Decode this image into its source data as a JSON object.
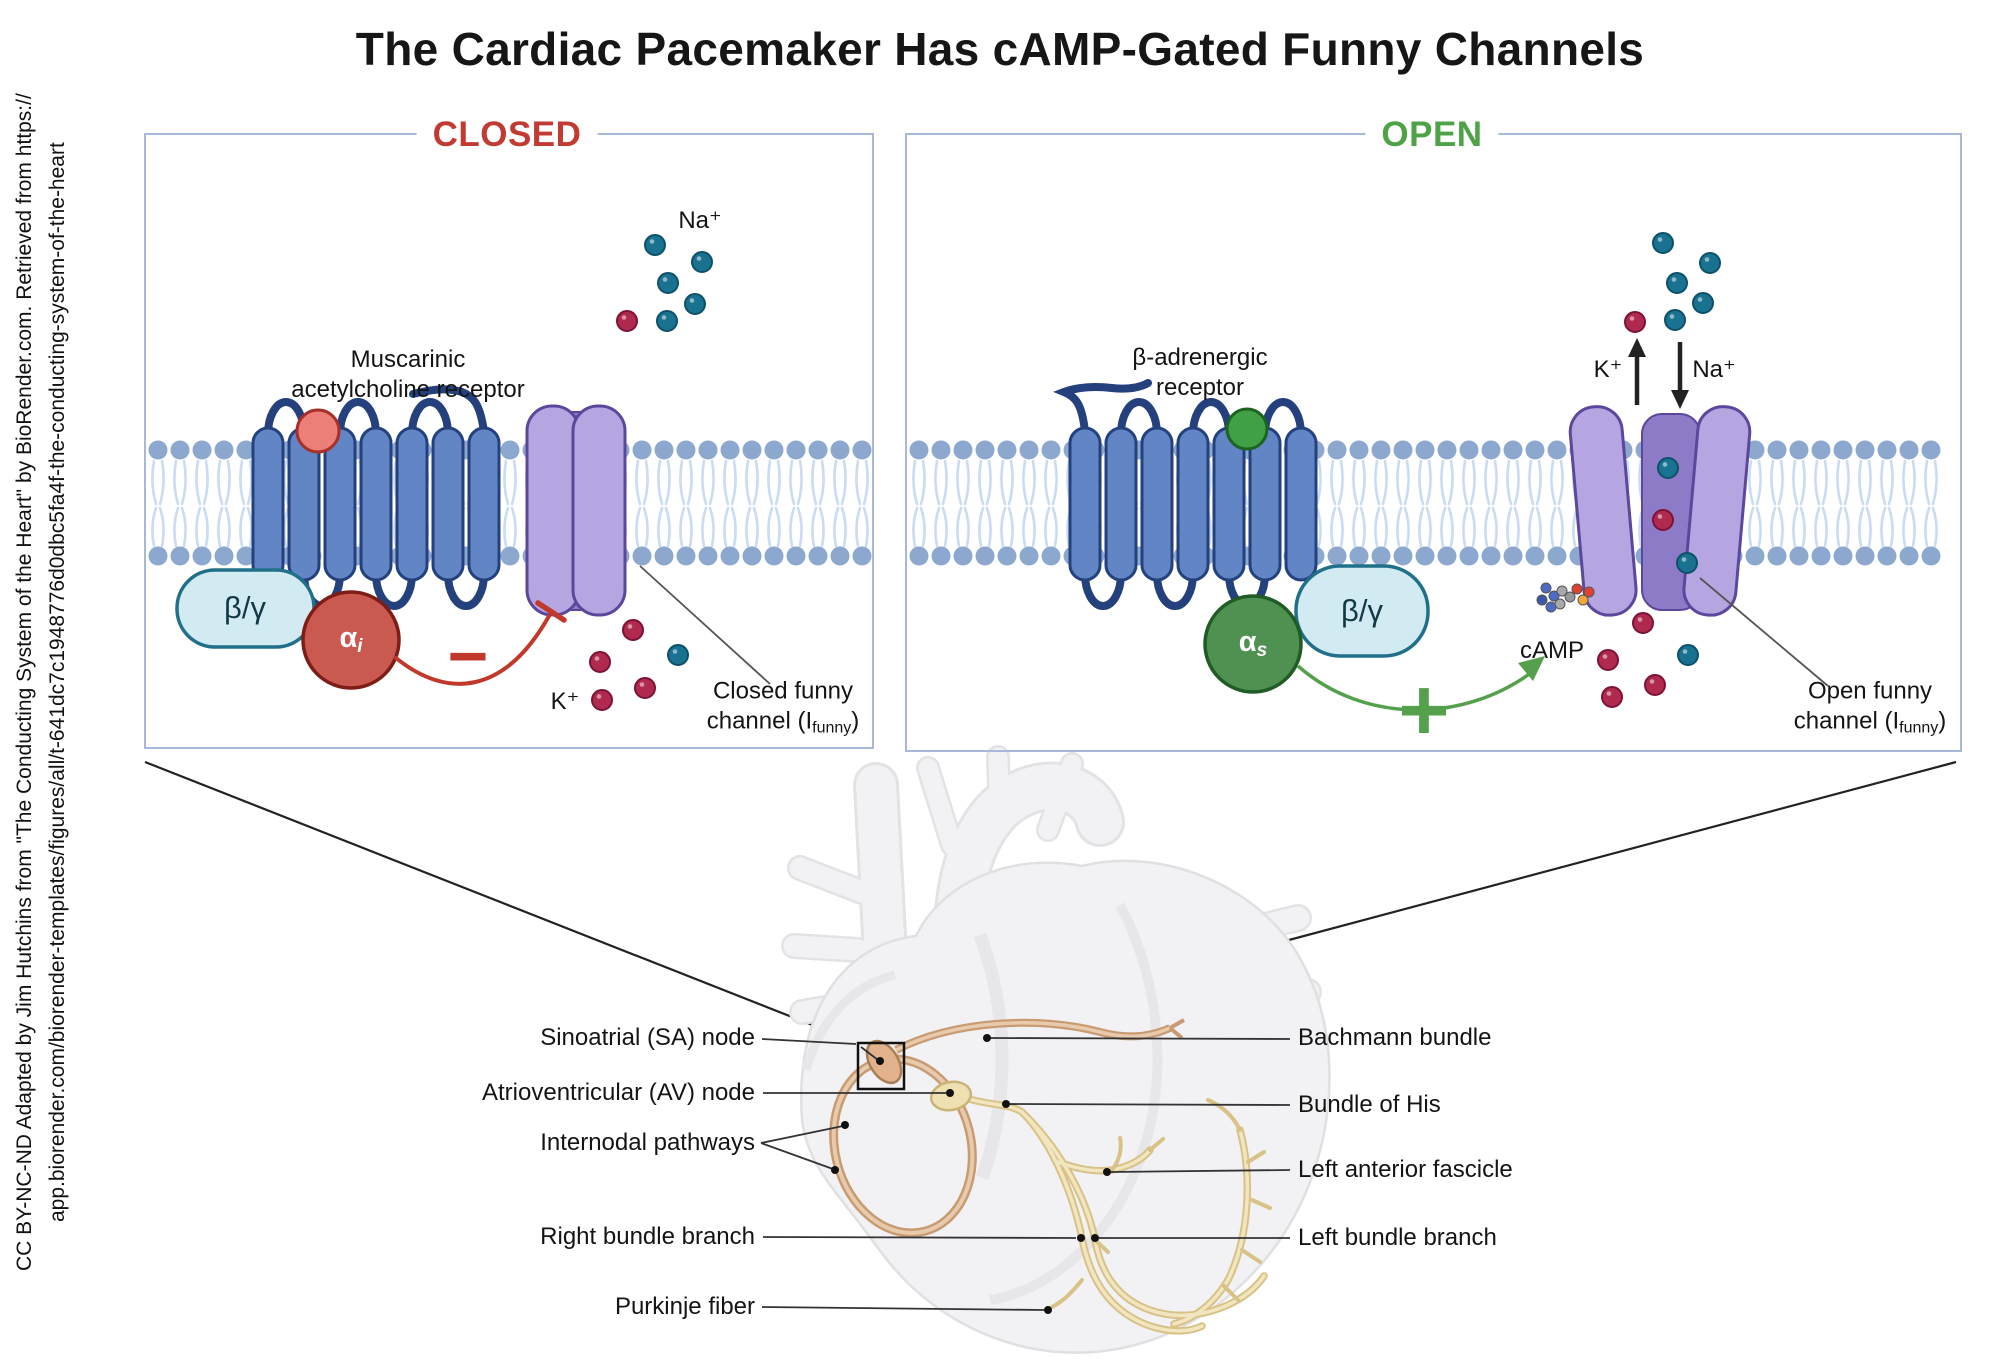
{
  "title": "The Cardiac Pacemaker Has cAMP-Gated Funny Channels",
  "attribution": {
    "line1": "CC BY-NC-ND Adapted by Jim Hutchins from \"The Conducting System of the Heart\" by BioRender.com. Retrieved from https://",
    "line2": "app.biorender.com/biorender-templates/figures/all/t-641dc7c1948776d0dbc5fa4f-the-conducting-system-of-the-heart"
  },
  "closed_panel": {
    "state": "CLOSED",
    "receptor_line1": "Muscarinic",
    "receptor_line2": "acetylcholine receptor",
    "na_ion": "Na⁺",
    "k_ion": "K⁺",
    "beta_gamma": "β/γ",
    "alpha": "α",
    "alpha_sub": "i",
    "inhibition_sign": "−",
    "channel_line1": "Closed funny",
    "channel_line2_pre": "channel (I",
    "channel_sub": "funny",
    "channel_line2_post": ")"
  },
  "open_panel": {
    "state": "OPEN",
    "receptor_line1": "β-adrenergic",
    "receptor_line2": "receptor",
    "na_ion": "Na⁺",
    "k_ion": "K⁺",
    "beta_gamma": "β/γ",
    "alpha": "α",
    "alpha_sub": "s",
    "stimulation_sign": "+",
    "camp_label": "cAMP",
    "channel_line1": "Open funny",
    "channel_line2_pre": "channel (I",
    "channel_sub": "funny",
    "channel_line2_post": ")"
  },
  "heart": {
    "labels_left": [
      "Sinoatrial (SA) node",
      "Atrioventricular (AV) node",
      "Internodal pathways",
      "Right bundle branch",
      "Purkinje fiber"
    ],
    "labels_right": [
      "Bachmann bundle",
      "Bundle of His",
      "Left anterior fascicle",
      "Left bundle branch"
    ]
  },
  "colors": {
    "closed_state": "#c23b32",
    "open_state": "#4da345",
    "inhibition": "#c0392b",
    "stimulation": "#55a04c",
    "membrane_head": "#8ca8cf",
    "receptor_helix": "#6285c6",
    "funny_channel": "#b5a6e1",
    "g_beta_gamma": "#d2eaf2",
    "g_alpha_i": "#ca5950",
    "g_alpha_s": "#4e9150",
    "sodium_ion": "#1a7291",
    "potassium_ion": "#b02a50"
  }
}
